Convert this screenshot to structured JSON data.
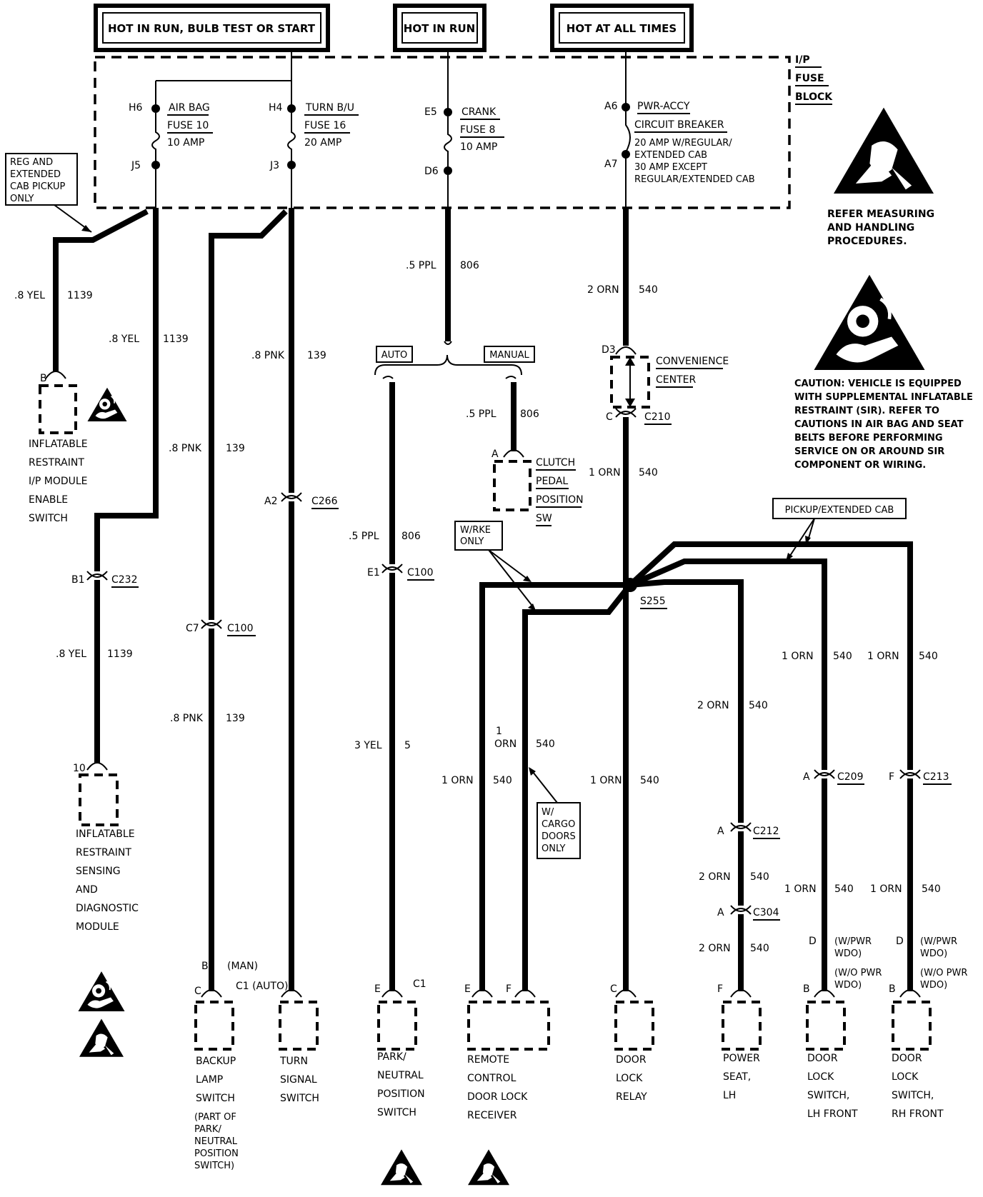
{
  "headers": {
    "hot_run_bulb_start": "HOT IN RUN, BULB TEST OR START",
    "hot_in_run": "HOT IN RUN",
    "hot_at_all_times": "HOT AT ALL TIMES"
  },
  "fuse_block": {
    "label_lines": [
      "I/P",
      "FUSE",
      "BLOCK"
    ],
    "air_bag": {
      "pin_in": "H6",
      "pin_out": "J5",
      "name": "AIR BAG",
      "fuse": "FUSE 10",
      "amps": "10 AMP"
    },
    "turn_bu": {
      "pin_in": "H4",
      "pin_out": "J3",
      "name": "TURN B/U",
      "fuse": "FUSE 16",
      "amps": "20 AMP"
    },
    "crank": {
      "pin_in": "E5",
      "pin_out": "D6",
      "name": "CRANK",
      "fuse": "FUSE 8",
      "amps": "10 AMP"
    },
    "pwr_accy": {
      "pin_in": "A6",
      "pin_out": "A7",
      "name": "PWR-ACCY",
      "type": "CIRCUIT BREAKER",
      "rating_lines": [
        "20 AMP W/REGULAR/",
        "EXTENDED CAB",
        "30 AMP EXCEPT",
        "REGULAR/EXTENDED CAB"
      ]
    }
  },
  "notes": {
    "reg_ext_cab": [
      "REG AND",
      "EXTENDED",
      "CAB PICKUP",
      "ONLY"
    ],
    "auto": "AUTO",
    "manual": "MANUAL",
    "w_rke": [
      "W/RKE",
      "ONLY"
    ],
    "w_cargo": [
      "W/",
      "CARGO",
      "DOORS",
      "ONLY"
    ],
    "pickup_ext_cab": "PICKUP/EXTENDED CAB",
    "refer": [
      "REFER MEASURING",
      "AND HANDLING",
      "PROCEDURES."
    ],
    "caution": [
      "CAUTION: VEHICLE IS EQUIPPED",
      "WITH SUPPLEMENTAL INFLATABLE",
      "RESTRAINT (SIR). REFER TO",
      "CAUTIONS IN AIR BAG AND SEAT",
      "BELTS BEFORE PERFORMING",
      "SERVICE ON OR AROUND SIR",
      "COMPONENT OR WIRING."
    ]
  },
  "wires": {
    "w1139a": {
      "gauge": ".8 YEL",
      "circuit": "1139"
    },
    "w1139b": {
      "gauge": ".8 YEL",
      "circuit": "1139"
    },
    "w1139c": {
      "gauge": ".8 YEL",
      "circuit": "1139"
    },
    "w139a": {
      "gauge": ".8 PNK",
      "circuit": "139"
    },
    "w139b": {
      "gauge": ".8 PNK",
      "circuit": "139"
    },
    "w139c": {
      "gauge": ".8 PNK",
      "circuit": "139"
    },
    "w806a": {
      "gauge": ".5 PPL",
      "circuit": "806"
    },
    "w806b": {
      "gauge": ".5 PPL",
      "circuit": "806"
    },
    "w806c": {
      "gauge": ".5 PPL",
      "circuit": "806"
    },
    "w5": {
      "gauge": "3 YEL",
      "circuit": "5"
    },
    "w540a": {
      "gauge": "2 ORN",
      "circuit": "540"
    },
    "w540b": {
      "gauge": "1 ORN",
      "circuit": "540"
    },
    "w540c": {
      "gauge": "1 ORN",
      "circuit": "540"
    },
    "w540d_g": [
      "1",
      "ORN"
    ],
    "w540d_c": "540",
    "w540e": {
      "gauge": "1 ORN",
      "circuit": "540"
    },
    "w540f": {
      "gauge": "2 ORN",
      "circuit": "540"
    },
    "w540g": {
      "gauge": "2 ORN",
      "circuit": "540"
    },
    "w540h": {
      "gauge": "2 ORN",
      "circuit": "540"
    },
    "w540i": {
      "gauge": "1 ORN",
      "circuit": "540"
    },
    "w540j": {
      "gauge": "1 ORN",
      "circuit": "540"
    },
    "w540k": {
      "gauge": "1 ORN",
      "circuit": "540"
    },
    "w540l": {
      "gauge": "1 ORN",
      "circuit": "540"
    }
  },
  "connectors": {
    "c232": {
      "pin": "B1",
      "name": "C232"
    },
    "c100a": {
      "pin": "C7",
      "name": "C100"
    },
    "c266": {
      "pin": "A2",
      "name": "C266"
    },
    "c100b": {
      "pin": "E1",
      "name": "C100"
    },
    "c210": {
      "pin": "C",
      "name": "C210"
    },
    "d3": "D3",
    "s255": "S255",
    "c212": {
      "pin": "A",
      "name": "C212"
    },
    "c304": {
      "pin": "A",
      "name": "C304"
    },
    "c209": {
      "pin": "A",
      "name": "C209"
    },
    "c213": {
      "pin": "F",
      "name": "C213"
    }
  },
  "pins": {
    "enable_b": "B",
    "sdm_10": "10",
    "backup_b": "B",
    "backup_man": "(MAN)",
    "backup_c": "C",
    "backup_c1": "C1 (AUTO)",
    "pnp_e": "E",
    "pnp_c1": "C1",
    "clutch_a": "A",
    "rke_e": "E",
    "rke_f": "F",
    "relay_c": "C",
    "seat_f": "F",
    "lh_d": "D",
    "lh_d_note": [
      "(W/PWR",
      "WDO)"
    ],
    "lh_b": "B",
    "lh_b_note": [
      "(W/O PWR",
      "WDO)"
    ],
    "rh_d": "D",
    "rh_d_note": [
      "(W/PWR",
      "WDO)"
    ],
    "rh_b": "B",
    "rh_b_note": [
      "(W/O PWR",
      "WDO)"
    ]
  },
  "components": {
    "enable_switch": [
      "INFLATABLE",
      "RESTRAINT",
      "I/P MODULE",
      "ENABLE",
      "SWITCH"
    ],
    "sdm": [
      "INFLATABLE",
      "RESTRAINT",
      "SENSING",
      "AND",
      "DIAGNOSTIC",
      "MODULE"
    ],
    "backup_lamp": [
      "BACKUP",
      "LAMP",
      "SWITCH"
    ],
    "backup_note": [
      "(PART OF",
      "PARK/",
      "NEUTRAL",
      "POSITION",
      "SWITCH)"
    ],
    "turn_signal": [
      "TURN",
      "SIGNAL",
      "SWITCH"
    ],
    "clutch": [
      "CLUTCH",
      "PEDAL",
      "POSITION",
      "SW"
    ],
    "pnp": [
      "PARK/",
      "NEUTRAL",
      "POSITION",
      "SWITCH"
    ],
    "rke": [
      "REMOTE",
      "CONTROL",
      "DOOR LOCK",
      "RECEIVER"
    ],
    "relay": [
      "DOOR",
      "LOCK",
      "RELAY"
    ],
    "seat": [
      "POWER",
      "SEAT,",
      "LH"
    ],
    "lh_switch": [
      "DOOR",
      "LOCK",
      "SWITCH,",
      "LH FRONT"
    ],
    "rh_switch": [
      "DOOR",
      "LOCK",
      "SWITCH,",
      "RH FRONT"
    ],
    "conv_center": [
      "CONVENIENCE",
      "CENTER"
    ]
  },
  "icons": [
    "esd-warning-icon",
    "air-bag-warning-icon"
  ]
}
